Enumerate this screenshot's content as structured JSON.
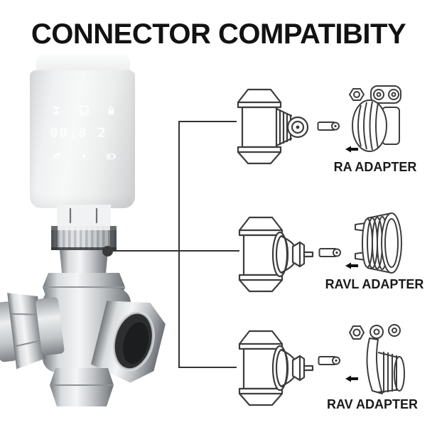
{
  "title": "CONNECTOR COMPATIBITY",
  "device": {
    "name": "smart thermostatic radiator valve actuator",
    "display": {
      "digits": "00.8 2",
      "top_icons": [
        "valve-icon",
        "window-open-icon",
        "lock-icon"
      ],
      "bottom_icons": [
        "leaf-icon",
        "sun-icon",
        "battery-icon"
      ]
    }
  },
  "rows": [
    {
      "id": "ra",
      "label": "RA ADAPTER",
      "valve_drawing": "ra-valve",
      "adapter_drawing": "ra-adapter",
      "pin": "adapter-pin",
      "arrow": "left-arrow"
    },
    {
      "id": "ravl",
      "label": "RAVL ADAPTER",
      "valve_drawing": "ravl-valve",
      "adapter_drawing": "ravl-adapter",
      "pin": "adapter-pin",
      "arrow": "left-arrow"
    },
    {
      "id": "rav",
      "label": "RAV ADAPTER",
      "valve_drawing": "rav-valve",
      "adapter_drawing": "rav-adapter",
      "pin": "adapter-pin",
      "arrow": "left-arrow"
    }
  ],
  "colors": {
    "background": "#ffffff",
    "title_text": "#121212",
    "label_text": "#1a1a1a",
    "line_art_stroke": "#3d3d3d",
    "connector_line": "#333333"
  }
}
